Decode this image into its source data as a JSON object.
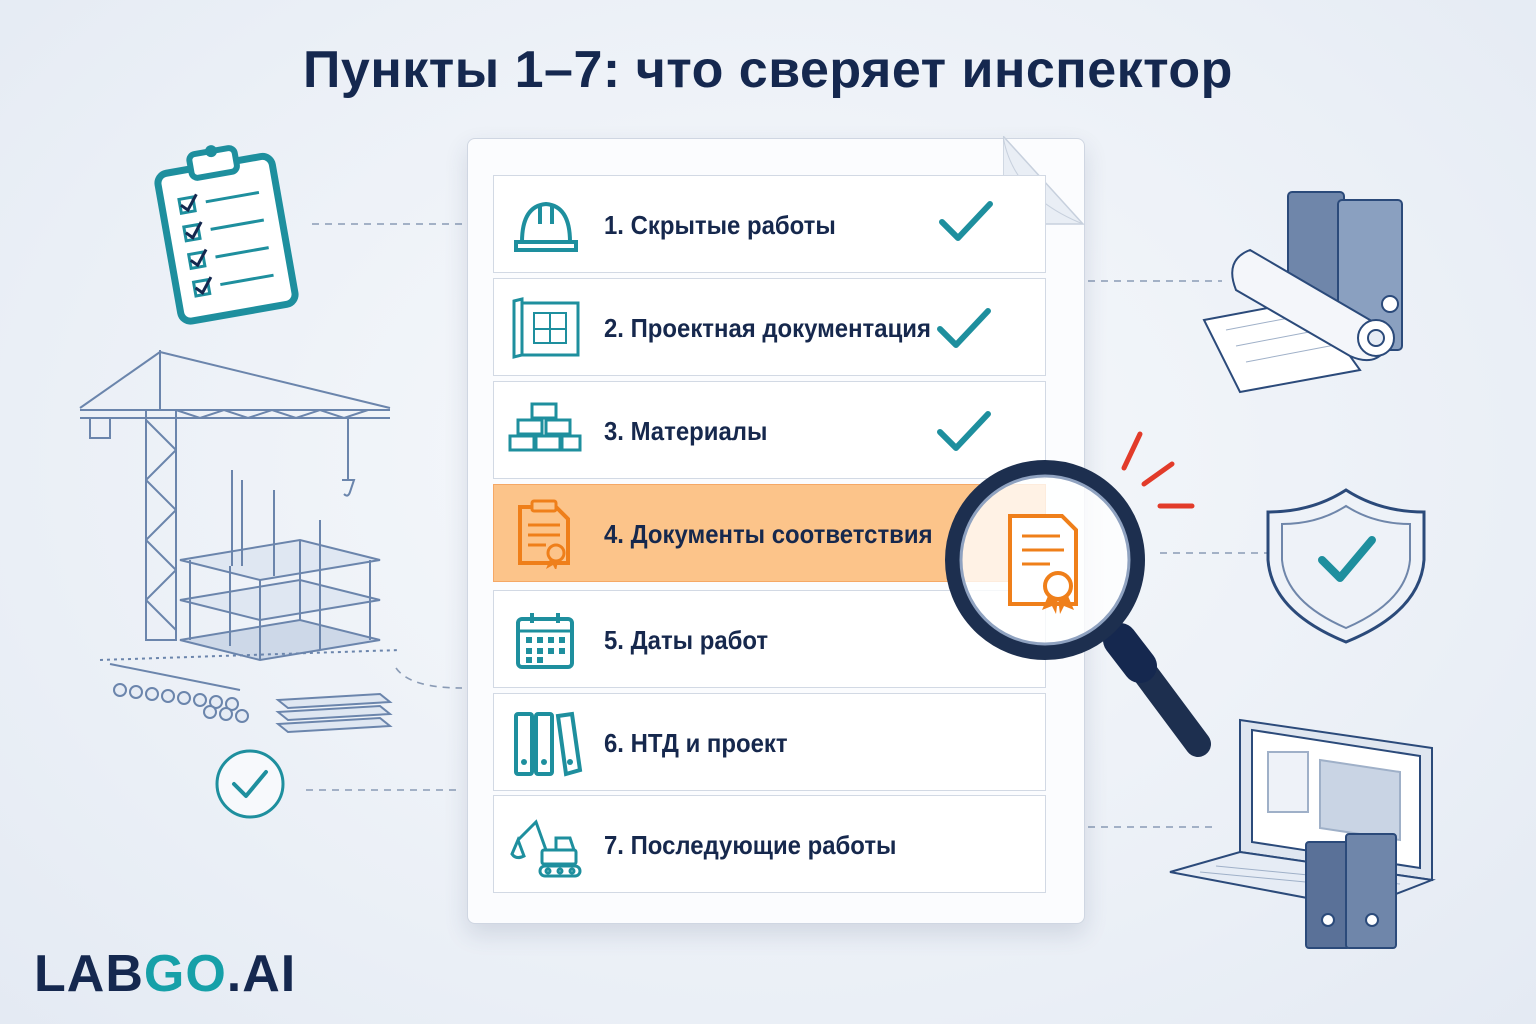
{
  "title": "Пункты 1–7: что сверяет инспектор",
  "checklist": {
    "items": [
      {
        "label": "1. Скрытые работы",
        "icon": "hard-hat-icon",
        "checked": true,
        "highlighted": false
      },
      {
        "label": "2. Проектная документация",
        "icon": "blueprint-icon",
        "checked": true,
        "highlighted": false
      },
      {
        "label": "3. Материалы",
        "icon": "bricks-icon",
        "checked": true,
        "highlighted": false
      },
      {
        "label": "4. Документы соответствия",
        "icon": "certificate-icon",
        "checked": false,
        "highlighted": true
      },
      {
        "label": "5. Даты работ",
        "icon": "calendar-icon",
        "checked": false,
        "highlighted": false
      },
      {
        "label": "6. НТД и проект",
        "icon": "binders-icon",
        "checked": false,
        "highlighted": false
      },
      {
        "label": "7. Последующие работы",
        "icon": "excavator-icon",
        "checked": false,
        "highlighted": false
      }
    ]
  },
  "logo": {
    "part1": "LAB",
    "part2": "GO",
    "part3": ".AI"
  },
  "colors": {
    "navy": "#15284f",
    "teal": "#1e8f9e",
    "highlight": "#fcc48a",
    "orange": "#ef7f1a",
    "alert": "#e23b2a"
  }
}
